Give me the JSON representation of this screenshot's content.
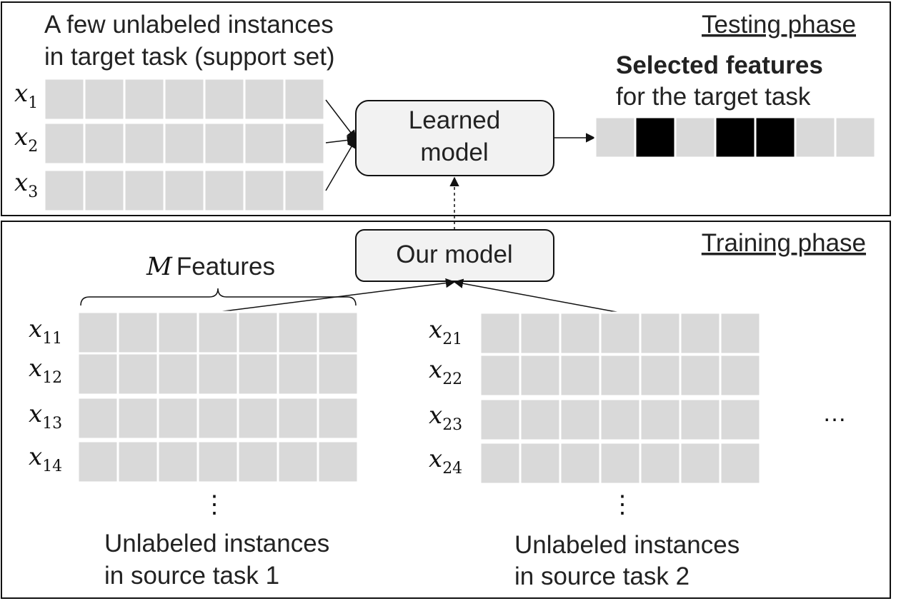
{
  "testing": {
    "phase_label": "Testing phase",
    "support_caption_line1": "A few unlabeled instances",
    "support_caption_line2": "in target task (support set)",
    "rows": [
      {
        "var": "x",
        "sub": "1"
      },
      {
        "var": "x",
        "sub": "2"
      },
      {
        "var": "x",
        "sub": "3"
      }
    ],
    "learned_model_line1": "Learned",
    "learned_model_line2": "model",
    "selected_title": "Selected features",
    "selected_subtitle": "for the target task",
    "selection_mask": [
      0,
      1,
      0,
      1,
      1,
      0,
      0
    ]
  },
  "training": {
    "phase_label": "Training phase",
    "model_label": "Our model",
    "features_var": "M",
    "features_label": "Features",
    "task1": {
      "rows": [
        {
          "var": "x",
          "sub": "11"
        },
        {
          "var": "x",
          "sub": "12"
        },
        {
          "var": "x",
          "sub": "13"
        },
        {
          "var": "x",
          "sub": "14"
        }
      ],
      "caption_line1": "Unlabeled instances",
      "caption_line2": "in source task 1"
    },
    "task2": {
      "rows": [
        {
          "var": "x",
          "sub": "21"
        },
        {
          "var": "x",
          "sub": "22"
        },
        {
          "var": "x",
          "sub": "23"
        },
        {
          "var": "x",
          "sub": "24"
        }
      ],
      "caption_line1": "Unlabeled instances",
      "caption_line2": "in source task 2"
    },
    "more_tasks": "…",
    "vertical_ellipsis": "⋮"
  },
  "colors": {
    "cell": "#d9d9d9",
    "selected_cell": "#000000",
    "box_fill": "#f2f2f2"
  }
}
